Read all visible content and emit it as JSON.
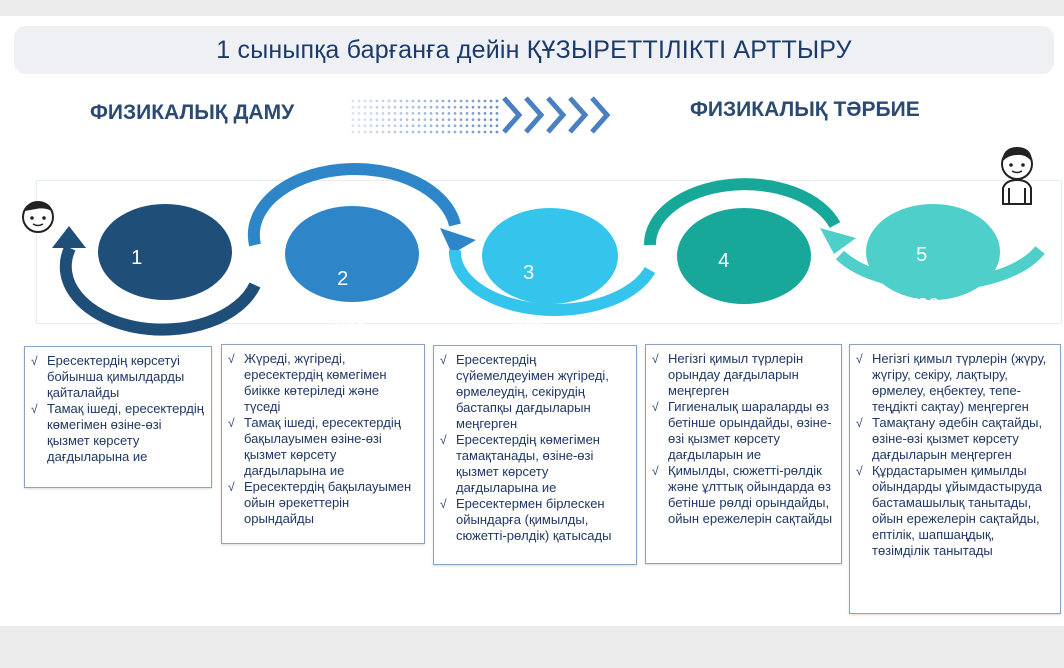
{
  "title": "1 сыныпқа барғанға дейін ҚҰЗЫРЕТТІЛІКТІ АРТТЫРУ",
  "left_heading": "ФИЗИКАЛЫҚ ДАМУ",
  "right_heading": "ФИЗИКАЛЫҚ ТӘРБИЕ",
  "colors": {
    "age1": "#1f4e79",
    "age2": "#2e86c9",
    "age3": "#35c4ec",
    "age4": "#17a89a",
    "age5": "#4ecfca",
    "text": "#1f3864"
  },
  "stages": [
    {
      "num": "1",
      "unit": "жас"
    },
    {
      "num": "2",
      "unit": "жас"
    },
    {
      "num": "3",
      "unit": "жас"
    },
    {
      "num": "4",
      "unit": "жас"
    },
    {
      "num": "5",
      "unit": "жас"
    }
  ],
  "boxes": [
    {
      "items": [
        "Ересектердің көрсетуі бойынша қимылдарды қайталайды",
        "Тамақ ішеді, ересектердің көмегімен өзіне-өзі қызмет көрсету дағдыларына ие"
      ]
    },
    {
      "items": [
        "Жүреді, жүгіреді, ересектердің көмегімен биікке көтеріледі және түседі",
        "Тамақ ішеді, ересектердің бақылауымен өзіне-өзі қызмет көрсету дағдыларына ие",
        "Ересектердің бақылауымен ойын әрекеттерін орындайды"
      ]
    },
    {
      "items": [
        "Ересектердің сүйемелдеуімен жүгіреді, өрмелеудің, секірудің бастапқы дағдыларын меңгерген",
        "Ересектердің көмегімен тамақтанады, өзіне-өзі қызмет көрсету дағдыларына ие",
        "Ересектермен бірлескен ойындарға (қимылды, сюжетті-рөлдік) қатысады"
      ]
    },
    {
      "items": [
        "Негізгі қимыл түрлерін орындау дағдыларын меңгерген",
        "Гигиеналық шараларды өз бетінше орындайды, өзіне-өзі қызмет көрсету дағдыларын ие",
        "Қимылды, сюжетті-рөлдік және ұлттық ойындарда өз бетінше рөлді орындайды, ойын ережелерін сақтайды"
      ]
    },
    {
      "items": [
        "Негізгі қимыл түрлерін (жүру, жүгіру, секіру, лақтыру, өрмелеу, еңбектеу, тепе-теңдікті сақтау) меңгерген",
        "Тамақтану әдебін сақтайды, өзіне-өзі қызмет көрсету дағдыларын меңгерген",
        "Құрдастарымен қимылды ойындарды ұйымдастыруда бастамашылық танытады, ойын ережелерін сақтайды, ептілік, шапшаңдық, төзімділік танытады"
      ]
    }
  ]
}
